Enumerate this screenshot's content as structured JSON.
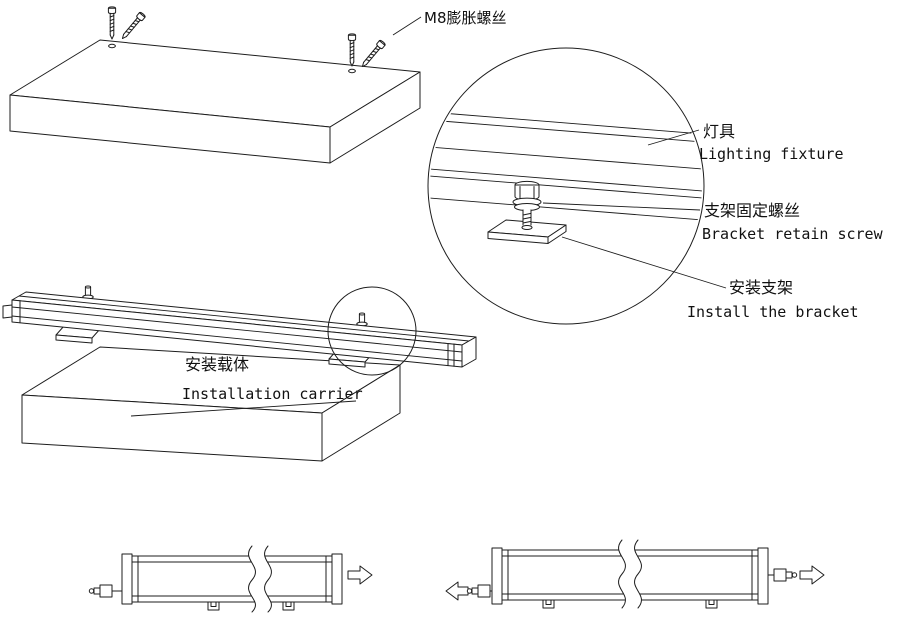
{
  "colors": {
    "background": "#ffffff",
    "line": "#1d1d1d"
  },
  "callouts": {
    "m8_screw": {
      "label": "M8膨胀螺丝"
    },
    "fixture": {
      "label_cn": "灯具",
      "label_en": "Lighting fixture"
    },
    "bracket_screw": {
      "label_cn": "支架固定螺丝",
      "label_en": "Bracket retain screw"
    },
    "install_bracket": {
      "label_cn": "安装支架",
      "label_en": "Install the bracket"
    },
    "carrier": {
      "label_cn": "安装载体",
      "label_en": "Installation carrier"
    }
  }
}
